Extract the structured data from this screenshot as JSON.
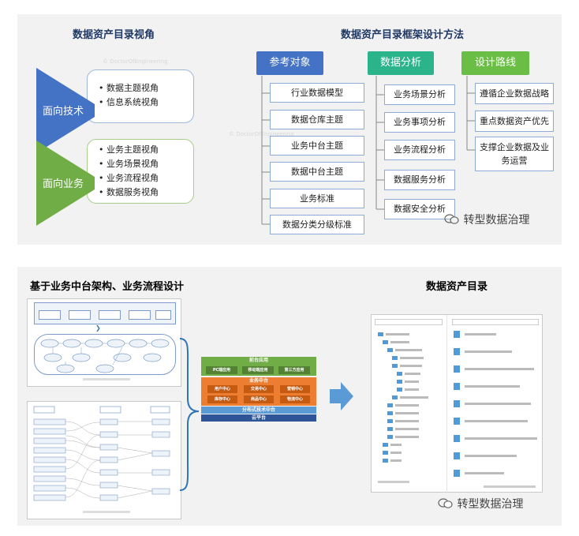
{
  "top": {
    "left_title": "数据资产目录视角",
    "right_title": "数据资产目录框架设计方法",
    "perspectives": [
      {
        "label": "面向技术",
        "bullets": [
          "数据主题视角",
          "信息系统视角"
        ]
      },
      {
        "label": "面向业务",
        "bullets": [
          "业务主题视角",
          "业务场景视角",
          "业务流程视角",
          "数据服务视角"
        ]
      }
    ],
    "columns": [
      {
        "header": "参考对象",
        "items": [
          "行业数据模型",
          "数据仓库主题",
          "业务中台主题",
          "数据中台主题",
          "业务标准",
          "数据分类分级标准"
        ]
      },
      {
        "header": "数据分析",
        "items": [
          "业务场景分析",
          "业务事项分析",
          "业务流程分析",
          "数据服务分析",
          "数据安全分析"
        ]
      },
      {
        "header": "设计路线",
        "items": [
          "遵循企业数据战略",
          "重点数据资产优先",
          "支撑企业数据及业务运营"
        ]
      }
    ],
    "watermark": "转型数据治理",
    "faint_marks": [
      "© DoctorOfEngineering",
      "© DoctorOfEngineering"
    ]
  },
  "bottom": {
    "left_title": "基于业务中台架构、业务流程设计",
    "right_title": "数据资产目录",
    "watermark": "转型数据治理",
    "arch": {
      "front": "前台应用",
      "front_apps": [
        "PC端应用",
        "移动端应用",
        "第三方应用"
      ],
      "mid": "业务中台",
      "mid_centers": [
        "用户中心",
        "交易中心",
        "营销中心",
        "库存中心",
        "商品中心",
        "物流中心"
      ],
      "dist": "分布式技术中台",
      "cloud": "云平台"
    }
  },
  "colors": {
    "blue_header": "#4472c4",
    "teal_header": "#2bb38a",
    "green_header": "#6abd45",
    "arrow_blue": "#4472c4",
    "arrow_green": "#70ad47",
    "title": "#1f3864"
  }
}
